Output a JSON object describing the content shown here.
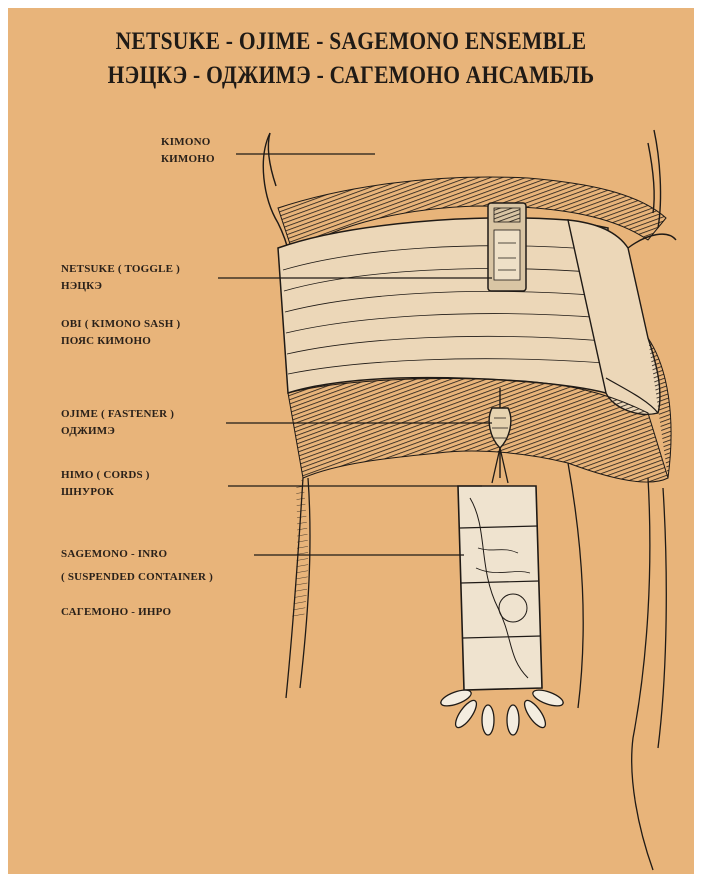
{
  "title": {
    "line1": "NETSUKE - OJIME - SAGEMONO ENSEMBLE",
    "line2": "НЭЦКЭ - ОДЖИМЭ - САГЕМОНО АНСАМБЛЬ"
  },
  "labels": {
    "kimono_en": "KIMONO",
    "kimono_ru": "КИМОНО",
    "netsuke_en": "NETSUKE ( TOGGLE )",
    "netsuke_ru": "НЭЦКЭ",
    "obi_en": "OBI   ( KIMONO SASH )",
    "obi_ru": "ПОЯС КИМОНО",
    "ojime_en": "OJIME   ( FASTENER )",
    "ojime_ru": "ОДЖИМЭ",
    "himo_en": "HIMO   ( CORDS )",
    "himo_ru": "ШНУРОК",
    "sagemono_en": "SAGEMONO - INRO",
    "sagemono_sub": "( SUSPENDED CONTAINER )",
    "sagemono_ru": "САГЕМОНО - ИНРО"
  },
  "colors": {
    "background": "#e8b47a",
    "ink": "#1f1a16"
  }
}
